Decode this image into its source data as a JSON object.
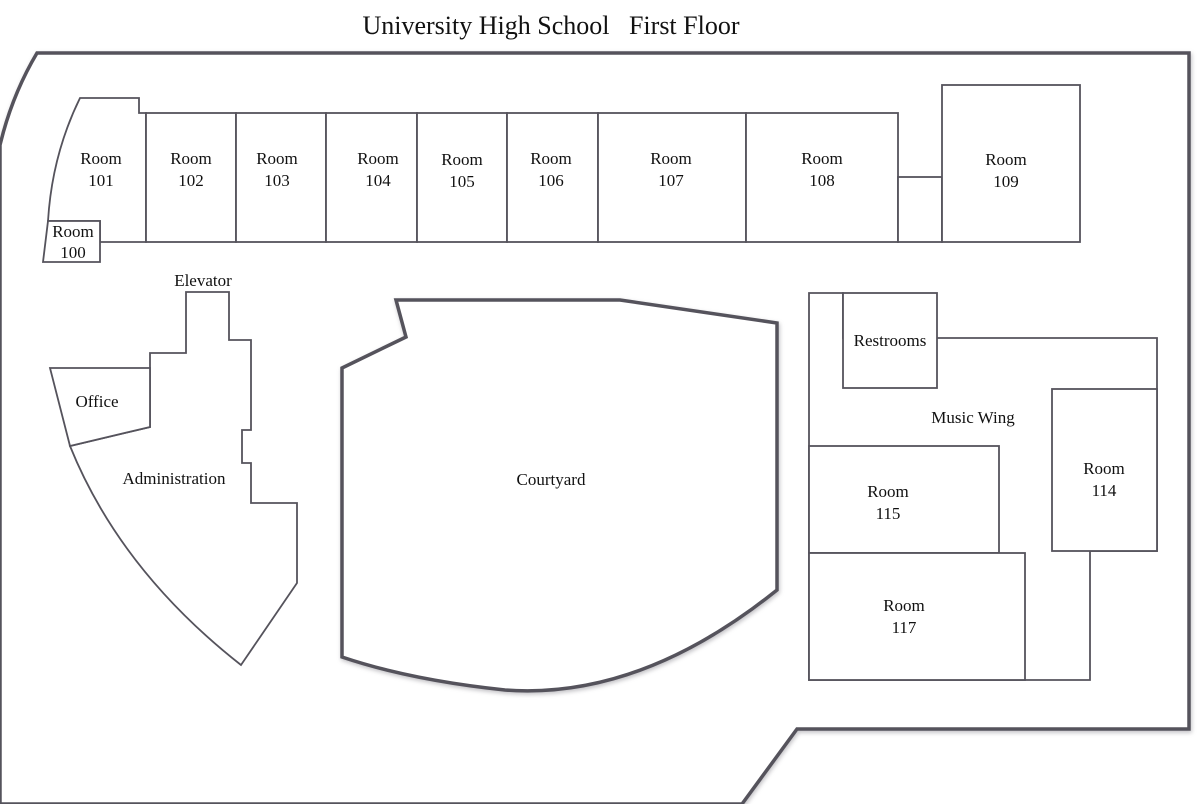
{
  "title": "University High School   First Floor",
  "colors": {
    "wall": "#55535c",
    "background": "#ffffff",
    "text": "#111111"
  },
  "rooms": {
    "r101": [
      "Room",
      "101"
    ],
    "r100": [
      "Room",
      "100"
    ],
    "r102": [
      "Room",
      "102"
    ],
    "r103": [
      "Room",
      "103"
    ],
    "r104": [
      "Room",
      "104"
    ],
    "r105": [
      "Room",
      "105"
    ],
    "r106": [
      "Room",
      "106"
    ],
    "r107": [
      "Room",
      "107"
    ],
    "r108": [
      "Room",
      "108"
    ],
    "r109": [
      "Room",
      "109"
    ],
    "r114": [
      "Room",
      "114"
    ],
    "r115": [
      "Room",
      "115"
    ],
    "r117": [
      "Room",
      "117"
    ]
  },
  "areas": {
    "elevator": "Elevator",
    "office": "Office",
    "administration": "Administration",
    "courtyard": "Courtyard",
    "restrooms": "Restrooms",
    "music_wing": "Music Wing"
  }
}
